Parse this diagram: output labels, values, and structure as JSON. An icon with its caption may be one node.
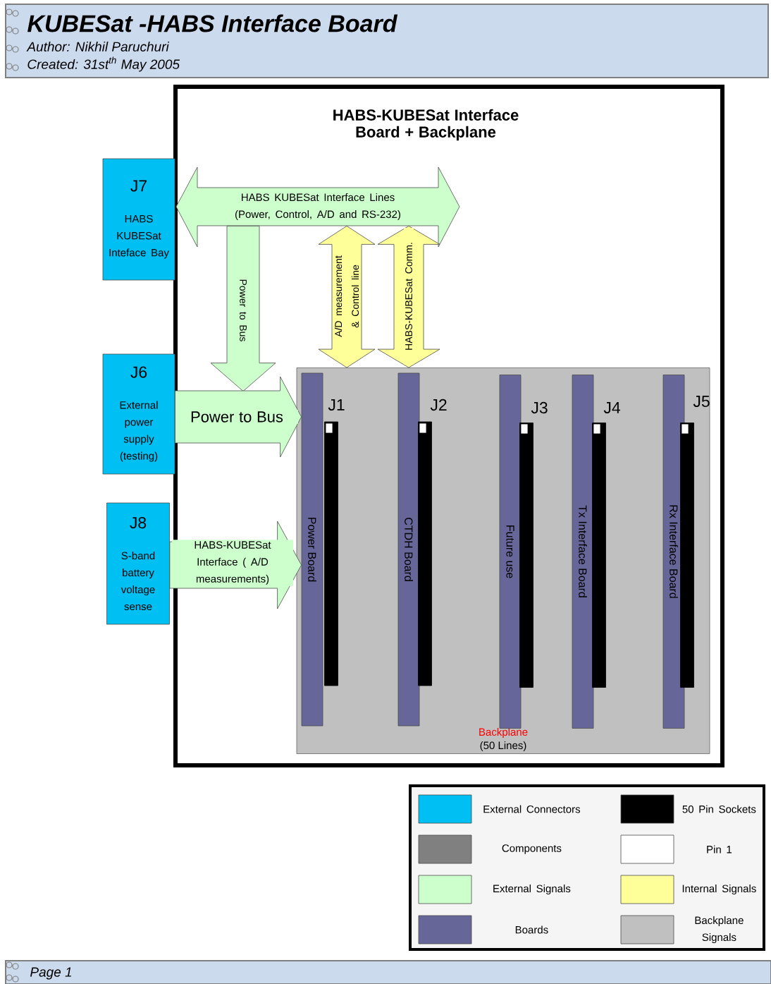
{
  "diagram": {
    "title": "KUBESat -HABS Interface Board",
    "nodes": [
      {
        "text": [
          "HABS-KUBESat Interface Board + Backplane"
        ]
      },
      {
        "text": [
          "J7",
          "HABS KUBESat Inteface Bay"
        ]
      },
      {
        "text": [
          "J6",
          "External power supply (testing)"
        ]
      },
      {
        "text": [
          "J8",
          "S-band battery voltage sense"
        ]
      },
      {
        "text": [
          "Backplane",
          "(50 Lines)"
        ],
        "in": 0
      },
      {
        "text": [
          "Power Board"
        ],
        "in": 4
      },
      {
        "text": [
          "CTDH Board"
        ],
        "in": 4
      },
      {
        "text": [
          "Future use"
        ],
        "in": 4
      },
      {
        "text": [
          "Tx Interface Board"
        ],
        "in": 4
      },
      {
        "text": [
          "Rx Interface Board"
        ],
        "in": 4
      },
      {
        "text": [],
        "shape": "bar",
        "beside": [
          "J1"
        ],
        "in": 4
      },
      {
        "text": [],
        "shape": "bar",
        "beside": [
          "J2"
        ],
        "in": 4
      },
      {
        "text": [],
        "shape": "bar",
        "beside": [
          "J3"
        ],
        "in": 4
      },
      {
        "text": [],
        "shape": "bar",
        "beside": [
          "J4"
        ],
        "in": 4
      },
      {
        "text": [],
        "shape": "bar",
        "beside": [
          "J5"
        ],
        "in": 4
      },
      {
        "text": [
          "HABS KUBESat Interface Lines (Power, Control, A/D and RS-232)"
        ],
        "in": 0
      }
    ],
    "edges": [
      {
        "from": 15,
        "to": 5,
        "arrow": "to",
        "label": "Power to Bus"
      },
      {
        "from": 2,
        "to": 5,
        "arrow": "to",
        "label": "Power to Bus"
      },
      {
        "from": 3,
        "to": 5,
        "arrow": "to",
        "label": "HABS-KUBESat Interface ( A/D measurements)"
      },
      {
        "from": 15,
        "to": 4,
        "arrow": "both",
        "label": "A/D measurement & Control line",
        "color": "#ffff99"
      },
      {
        "from": 15,
        "to": 4,
        "arrow": "both",
        "label": "HABS-KUBESat Comm.",
        "color": "#ffff99"
      }
    ],
    "labels": [
      "Author: Nikhil Paruchuri",
      "Created: 31st$^{th}$ May 2005",
      "Page 1"
    ],
    "legend": [
      {
        "text": "External Connectors",
        "color": "#00bff3"
      },
      {
        "text": "50 Pin Sockets",
        "color": "#000000"
      },
      {
        "text": "Components",
        "color": "#808080"
      },
      {
        "text": "Pin 1",
        "color": "#ffffff"
      },
      {
        "text": "External Signals",
        "color": "#ccffcc"
      },
      {
        "text": "Internal Signals",
        "color": "#ffff99"
      },
      {
        "text": "Boards",
        "color": "#666699"
      },
      {
        "text": "Backplane Signals",
        "color": "#c0c0c0"
      }
    ]
  }
}
